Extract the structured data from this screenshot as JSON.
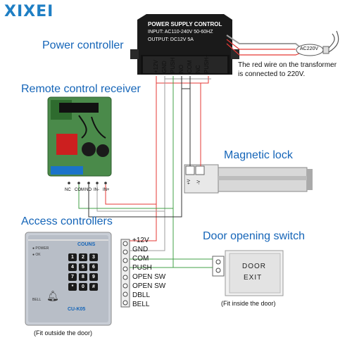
{
  "brand": {
    "logo": "XIXEI"
  },
  "labels": {
    "power_controller": "Power controller",
    "remote_receiver": "Remote control receiver",
    "magnetic_lock": "Magnetic lock",
    "access_controllers": "Access controllers",
    "door_switch": "Door opening switch"
  },
  "power_supply": {
    "title": "POWER SUPPLY CONTROL",
    "input": "INPUT: AC110-240V  50-60HZ",
    "output": "OUTPUT: DC12V 5A",
    "terminals": [
      "+12V",
      "GND",
      "PUSH",
      "NO",
      "COM",
      "NC",
      "PUSH+"
    ]
  },
  "plug": {
    "label": "AC220V"
  },
  "transformer_note": [
    "The red wire on the transformer",
    "is connected to 220V."
  ],
  "receiver": {
    "terminals": [
      "NC",
      "COM",
      "NO",
      "IN-",
      "IN+"
    ]
  },
  "lock": {
    "terminals": [
      "+V",
      "-V"
    ]
  },
  "access": {
    "brand": "COUNS",
    "model": "CU-K05",
    "power_led": "POWER",
    "ok_led": "OK",
    "bell": "BELL",
    "keys": [
      "1",
      "2",
      "3",
      "4",
      "5",
      "6",
      "7",
      "8",
      "9",
      "*",
      "0",
      "#"
    ],
    "terminals": [
      "+12V",
      "GND",
      "COM",
      "PUSH",
      "OPEN SW",
      "OPEN SW",
      "DBLL",
      "BELL"
    ],
    "caption": "(Fit outside the door)"
  },
  "door_switch": {
    "line1": "DOOR",
    "line2": "EXIT",
    "caption": "(Fit inside the door)"
  },
  "colors": {
    "red": "#e53935",
    "green": "#43a047",
    "gray": "#9e9e9e",
    "blue": "#1565b8"
  }
}
